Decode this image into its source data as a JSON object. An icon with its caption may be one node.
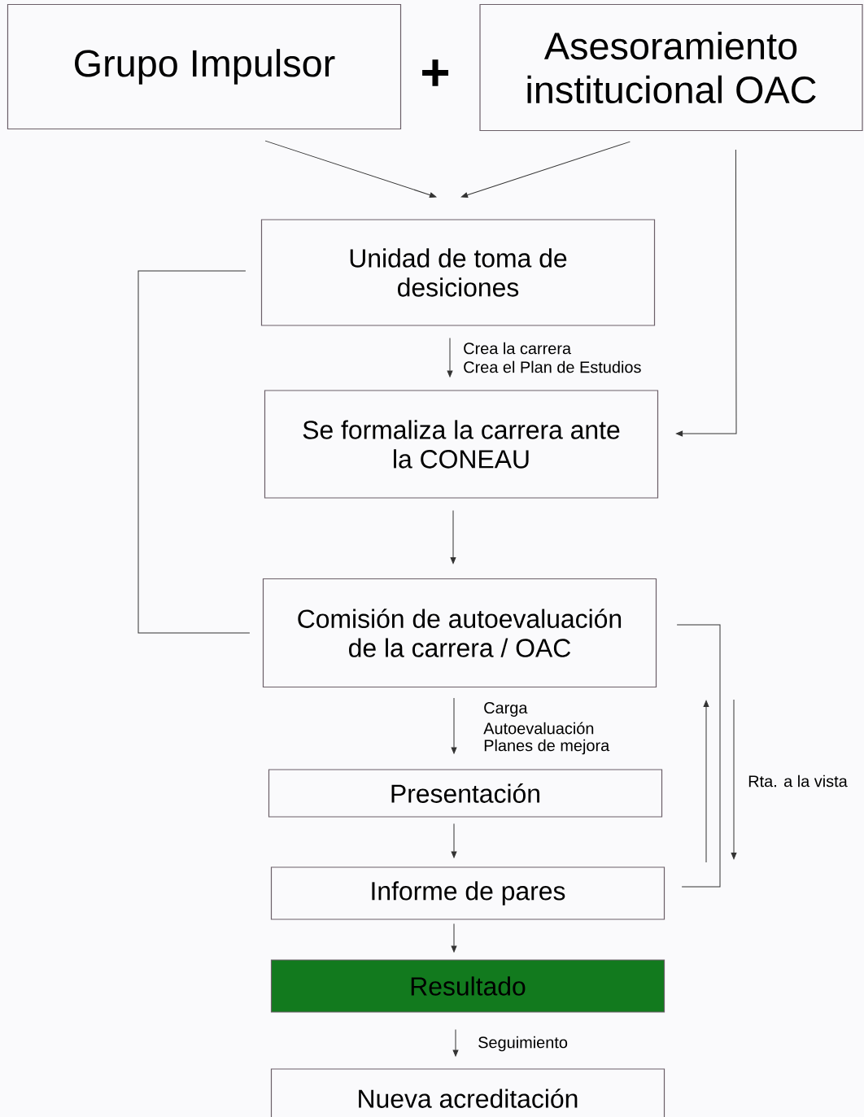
{
  "diagram": {
    "nodes": [
      {
        "text": [
          "Grupo Impulsor"
        ]
      },
      {
        "text": [
          "Asesoramiento institucional OAC"
        ]
      },
      {
        "text": [
          "Unidad de toma de desiciones"
        ]
      },
      {
        "text": [
          "Se formaliza la carrera ante la CONEAU"
        ]
      },
      {
        "text": [
          "Comisión de autoevaluación de la carrera / OAC"
        ]
      },
      {
        "text": [
          "Presentación"
        ]
      },
      {
        "text": [
          "Informe de pares"
        ]
      },
      {
        "text": [
          "Resultado"
        ]
      },
      {
        "text": [
          "Nueva acreditación"
        ]
      }
    ],
    "edges": [
      {
        "from": 0,
        "to": 2,
        "arrow": "to"
      },
      {
        "from": 1,
        "to": 2,
        "arrow": "to"
      },
      {
        "from": 1,
        "to": 3,
        "arrow": "to"
      },
      {
        "from": 2,
        "to": 3,
        "arrow": "to",
        "label": "Crea la carrera"
      },
      {
        "from": 4,
        "to": 2,
        "arrow": "none"
      },
      {
        "from": 3,
        "to": 4,
        "arrow": "to"
      },
      {
        "from": 4,
        "to": 5,
        "arrow": "to",
        "label": "Carga"
      },
      {
        "from": 5,
        "to": 6,
        "arrow": "to"
      },
      {
        "from": 6,
        "to": 4,
        "arrow": "none"
      },
      {
        "from": 6,
        "to": 7,
        "arrow": "to"
      },
      {
        "from": 7,
        "to": 8,
        "arrow": "to",
        "label": "Seguimiento"
      }
    ],
    "labels": [
      "+",
      "Crea el Plan de Estudios",
      "Autoevaluación",
      "Planes de mejora",
      "Rta. a la vista"
    ]
  }
}
